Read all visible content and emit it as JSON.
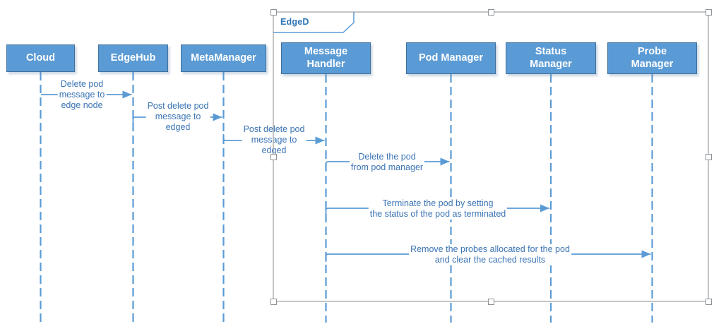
{
  "frame": {
    "label": "EdgeD"
  },
  "lifelines": [
    {
      "id": "cloud",
      "label": "Cloud"
    },
    {
      "id": "edgehub",
      "label": "EdgeHub"
    },
    {
      "id": "metamanager",
      "label": "MetaManager"
    },
    {
      "id": "message-handler",
      "label": "Message\nHandler"
    },
    {
      "id": "pod-manager",
      "label": "Pod Manager"
    },
    {
      "id": "status-manager",
      "label": "Status\nManager"
    },
    {
      "id": "probe-manager",
      "label": "Probe\nManager"
    }
  ],
  "messages": [
    {
      "from": "Cloud",
      "to": "EdgeHub",
      "label": "Delete pod\nmessage to\nedge node"
    },
    {
      "from": "EdgeHub",
      "to": "MetaManager",
      "label": "Post delete pod\nmessage to\nedged"
    },
    {
      "from": "MetaManager",
      "to": "Message Handler",
      "label": "Post delete pod\nmessage to\nedged"
    },
    {
      "from": "Message Handler",
      "to": "Pod Manager",
      "label": "Delete the pod\nfrom pod manager"
    },
    {
      "from": "Message Handler",
      "to": "Status Manager",
      "label": "Terminate the pod by setting\nthe status of the pod as terminated"
    },
    {
      "from": "Message Handler",
      "to": "Probe Manager",
      "label": "Remove the probes allocated for the pod\nand clear the cached results"
    }
  ],
  "colors": {
    "background": "#ffffff",
    "box_fill": "#5b9bd5",
    "box_border": "#41719c",
    "box_text": "#ffffff",
    "line": "#5b9bd5",
    "label_text": "#3b74b5",
    "frame_border": "#a6a6a6",
    "tab_border": "#5b9bd5",
    "tab_text": "#2e75b6",
    "handle_fill": "#ffffff",
    "handle_border": "#8f9499"
  }
}
